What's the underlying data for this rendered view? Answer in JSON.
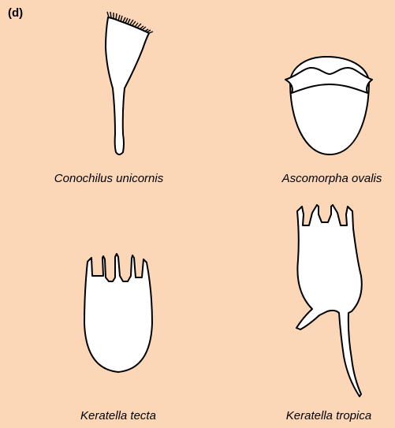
{
  "panel_label": "(d)",
  "species": [
    {
      "name": "Conochilus unicornis"
    },
    {
      "name": "Ascomorpha ovalis"
    },
    {
      "name": "Keratella tecta"
    },
    {
      "name": "Keratella tropica"
    }
  ],
  "colors": {
    "background": "#fbd7b8",
    "fill": "#ffffff",
    "outline": "#000000"
  }
}
